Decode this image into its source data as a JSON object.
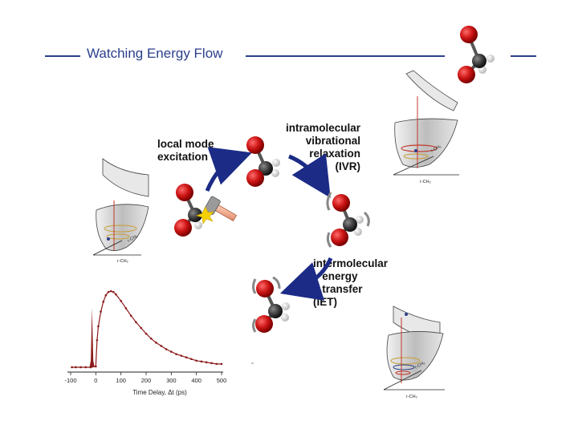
{
  "slide": {
    "title": "Watching Energy Flow"
  },
  "steps": {
    "local": "local mode\nexcitation",
    "ivr": "intramolecular\n  vibrational\n    relaxation\n    (IVR)",
    "iet": "intermolecular\n   energy\n   transfer\n(IET)"
  },
  "potential_axes": {
    "x_label": "r-CH₂",
    "y_label": "r-CH₂"
  },
  "colors": {
    "title_blue": "#2b3f8c",
    "arrow_navy": "#1c2b86",
    "oxygen_red": "#cc1414",
    "carbon_gray": "#3a3a3a",
    "trace_red": "#8b1a1a"
  },
  "chart_data": {
    "type": "line",
    "xlabel": "Time Delay, Δt (ps)",
    "ylabel": "",
    "xlim": [
      -100,
      500
    ],
    "x_ticks": [
      -100,
      0,
      100,
      200,
      300,
      400,
      500
    ],
    "x_tick_labels": [
      "-100",
      "0",
      "100",
      "200",
      "300",
      "400",
      "500"
    ],
    "ylim": [
      0,
      1.0
    ],
    "series": [
      {
        "x": [
          -95,
          -80,
          -60,
          -40,
          -20,
          0,
          5,
          10,
          20,
          30,
          40,
          50,
          60,
          70,
          80,
          100,
          120,
          140,
          160,
          180,
          200,
          220,
          240,
          260,
          280,
          300,
          320,
          340,
          360,
          380,
          400,
          420,
          440,
          460,
          480,
          500
        ],
        "y": [
          0.02,
          0.02,
          0.02,
          0.02,
          0.02,
          0.03,
          0.35,
          0.52,
          0.7,
          0.82,
          0.9,
          0.94,
          0.95,
          0.94,
          0.91,
          0.83,
          0.74,
          0.65,
          0.57,
          0.5,
          0.43,
          0.37,
          0.32,
          0.28,
          0.24,
          0.21,
          0.18,
          0.16,
          0.14,
          0.12,
          0.1,
          0.09,
          0.08,
          0.07,
          0.06,
          0.06
        ]
      }
    ],
    "pulse": {
      "x": [
        -25,
        -20,
        -15,
        -10,
        -5
      ],
      "y": [
        0.02,
        0.1,
        0.75,
        0.1,
        0.02
      ]
    }
  }
}
